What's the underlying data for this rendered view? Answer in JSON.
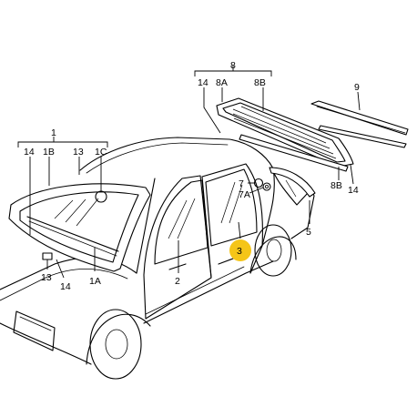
{
  "labels": {
    "l8": "8",
    "l8a": "8A",
    "l8b": "8B",
    "l9": "9",
    "l14_top": "14",
    "l1": "1",
    "l14_left": "14",
    "l1b": "1B",
    "l13_top": "13",
    "l1c": "1C",
    "l7": "7",
    "l7a": "7A",
    "l8b_right": "8B",
    "l14_right": "14",
    "l5": "5",
    "l2": "2",
    "l3": "3",
    "l13_bottom": "13",
    "l14_bottom": "14",
    "l1a": "1A"
  },
  "highlight": {
    "part": "3",
    "color": "#f5c518"
  }
}
